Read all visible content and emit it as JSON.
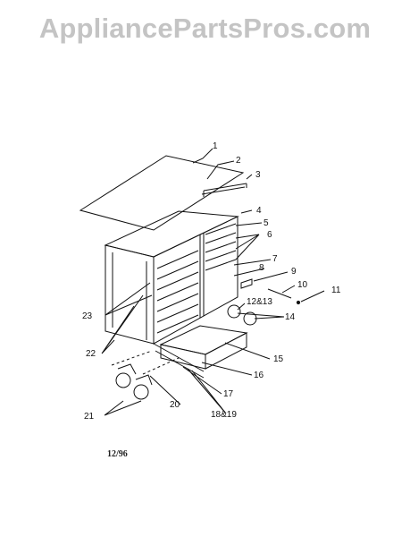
{
  "watermark": "AppliancePartsPros.com",
  "date_code": "12/96",
  "callouts": [
    "1",
    "2",
    "3",
    "4",
    "5",
    "6",
    "7",
    "8",
    "9",
    "10",
    "11",
    "12&13",
    "14",
    "15",
    "16",
    "17",
    "18&19",
    "20",
    "21",
    "22",
    "23"
  ],
  "colors": {
    "line": "#111111",
    "watermark": "#c4c4c4"
  }
}
